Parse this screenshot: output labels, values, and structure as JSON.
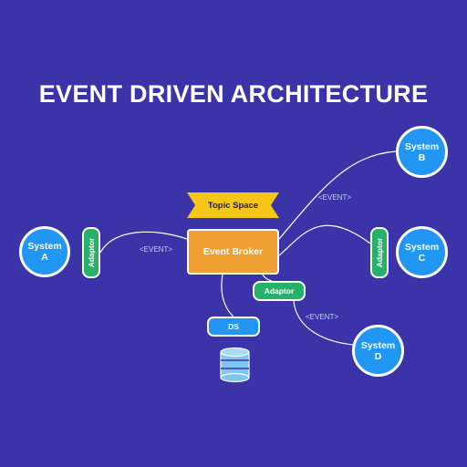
{
  "title": "EVENT DRIVEN ARCHITECTURE",
  "systems": {
    "a": {
      "name": "System",
      "letter": "A"
    },
    "b": {
      "name": "System",
      "letter": "B"
    },
    "c": {
      "name": "System",
      "letter": "C"
    },
    "d": {
      "name": "System",
      "letter": "D"
    }
  },
  "adaptors": {
    "left": "Adaptor",
    "right": "Adaptor",
    "bottom": "Adaptor"
  },
  "topic_space": "Topic Space",
  "event_broker": "Event Broker",
  "data_store": "DS",
  "event_labels": {
    "left": "<EVENT>",
    "top_right": "<EVENT>",
    "bottom_right": "<EVENT>"
  },
  "colors": {
    "background": "#3b33a8",
    "system": "#2196f3",
    "adaptor": "#27b06a",
    "broker": "#f0a032",
    "topic_space": "#f5c518",
    "connector": "#ffffff"
  }
}
